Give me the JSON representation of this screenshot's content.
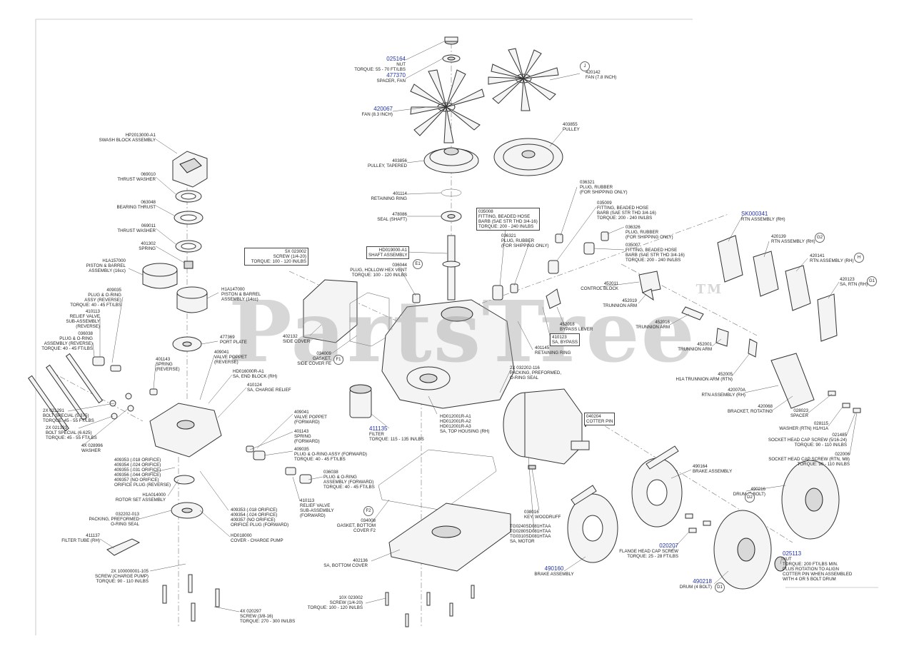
{
  "watermark": "PartsTree",
  "watermark_tm": "TM",
  "labels": [
    {
      "id": "025164",
      "link": true,
      "lines": [
        "NUT",
        "TORQUE: 55 - 70 FT/LBS"
      ]
    },
    {
      "id": "477370",
      "link": true,
      "lines": [
        "SPACER, FAN"
      ]
    },
    {
      "id": "420067",
      "link": true,
      "lines": [
        "FAN (8.3 INCH)"
      ]
    },
    {
      "id": "420142",
      "link": false,
      "lines": [
        "FAN (7.8 INCH)"
      ]
    },
    {
      "id": "403855",
      "link": false,
      "lines": [
        "PULLEY"
      ]
    },
    {
      "id": "403856",
      "link": false,
      "lines": [
        "PULLEY, TAPERED"
      ]
    },
    {
      "id": "401114",
      "link": false,
      "lines": [
        "RETAINING RING"
      ]
    },
    {
      "id": "478086",
      "link": false,
      "lines": [
        "SEAL (SHAFT)"
      ]
    },
    {
      "id": "HD019000-A1",
      "link": false,
      "lines": [
        "SHAFT ASSEMBLY"
      ]
    },
    {
      "id": "036044",
      "link": false,
      "lines": [
        "PLUG, HOLLOW HEX VENT",
        "TORQUE: 100 - 120 IN/LBS"
      ]
    },
    {
      "id": "HP2013000-A1",
      "link": false,
      "lines": [
        "SWASH BLOCK ASSEMBLY"
      ]
    },
    {
      "id": "069010",
      "link": false,
      "lines": [
        "THRUST WASHER"
      ]
    },
    {
      "id": "063048",
      "link": false,
      "lines": [
        "BEARING THRUST"
      ]
    },
    {
      "id": "069011",
      "link": false,
      "lines": [
        "THRUST WASHER"
      ]
    },
    {
      "id": "401302",
      "link": false,
      "lines": [
        "SPRING"
      ]
    },
    {
      "id": "H1A157000",
      "link": false,
      "lines": [
        "PISTON & BARREL",
        "ASSEMBLY (16cc)"
      ]
    },
    {
      "id": "H1A147000",
      "link": false,
      "lines": [
        "PISTON & BARREL",
        "ASSEMBLY (14cc)"
      ]
    },
    {
      "id": "5X 023002",
      "link": false,
      "lines": [
        "SCREW (1/4-20)",
        "TORQUE: 100 - 120 IN/LBS"
      ]
    },
    {
      "id": "409035",
      "link": false,
      "lines": [
        "PLUG & O-RING",
        "ASSY (REVERSE)",
        "TORQUE: 40 - 45 FT/LBS"
      ]
    },
    {
      "id": "410113",
      "link": false,
      "lines": [
        "RELIEF VALVE",
        "SUB-ASSEMBLY",
        "(REVERSE)"
      ]
    },
    {
      "id": "036038",
      "link": false,
      "lines": [
        "PLUG & O-RING",
        "ASSEMBLY (REVERSE)",
        "TORQUE: 40 - 45 FT/LBS"
      ]
    },
    {
      "id": "477369",
      "link": false,
      "lines": [
        "PORT PLATE"
      ]
    },
    {
      "id": "401143",
      "link": false,
      "lines": [
        "SPRING",
        "(REVERSE)"
      ]
    },
    {
      "id": "409041",
      "link": false,
      "lines": [
        "VALVE POPPET",
        "(REVERSE)"
      ]
    },
    {
      "id": "HD016000R-A1",
      "link": false,
      "lines": [
        "SA, END BLOCK (RH)"
      ]
    },
    {
      "id": "410124",
      "link": false,
      "lines": [
        "SA, CHARGE RELIEF"
      ]
    },
    {
      "id": "2X 021291",
      "link": false,
      "lines": [
        "BOLT SPECIAL (5.375)",
        "TORQUE: 45 - 55 FT/LBS"
      ]
    },
    {
      "id": "2X 021393",
      "link": false,
      "lines": [
        "BOLT SPECIAL (6.625)",
        "TORQUE: 45 - 55 FT/LBS"
      ]
    },
    {
      "id": "4X 028996",
      "link": false,
      "lines": [
        "WASHER"
      ]
    },
    {
      "id": "409353 (.018 ORIFICE)",
      "link": false,
      "lines": [
        "409354 (.024 ORIFICE)",
        "409355 (.031 ORIFICE)",
        "409356 (.044 ORIFICE)",
        "409357 (NO ORIFICE)",
        "ORIFICE PLUG (REVERSE)"
      ]
    },
    {
      "id": "H1A014000",
      "link": false,
      "lines": [
        "ROTOR SET ASSEMBLY"
      ]
    },
    {
      "id": "032202-013",
      "link": false,
      "lines": [
        "PACKING, PREFORMED",
        "O-RING SEAL"
      ]
    },
    {
      "id": "411137",
      "link": false,
      "lines": [
        "FILTER TUBE (RH)"
      ]
    },
    {
      "id": "2X 100000001-105",
      "link": false,
      "lines": [
        "SCREW (CHARGE PUMP)",
        "TORQUE: 90 - 110 IN/LBS"
      ]
    },
    {
      "id": "4X 020297",
      "link": false,
      "lines": [
        "SCREW (3/8-16)",
        "TORQUE: 270 - 300 IN/LBS"
      ]
    },
    {
      "id": "402132",
      "link": false,
      "lines": [
        "SIDE COVER"
      ]
    },
    {
      "id": "034009",
      "link": false,
      "lines": [
        "GASKET,",
        "SIDE COVER FE"
      ]
    },
    {
      "id": "409041",
      "link": false,
      "lines": [
        "VALVE POPPET",
        "(FORWARD)"
      ]
    },
    {
      "id": "401143",
      "link": false,
      "lines": [
        "SPRING",
        "(FORWARD)"
      ]
    },
    {
      "id": "409035",
      "link": false,
      "lines": [
        "PLUG & O-RING ASSY (FORWARD)",
        "TORQUE: 40 - 45 FT/LBS"
      ]
    },
    {
      "id": "036038",
      "link": false,
      "lines": [
        "PLUG & O-RING",
        "ASSEMBLY (FORWARD)",
        "TORQUE: 40 - 45 FT/LBS"
      ]
    },
    {
      "id": "410113",
      "link": false,
      "lines": [
        "RELIEF VALVE",
        "SUB-ASSEMBLY",
        "(FORWARD)"
      ]
    },
    {
      "id": "409353 (.018 ORIFICE)",
      "link": false,
      "lines": [
        "409354 (.024 ORIFICE)",
        "409357 (NO ORIFICE)",
        "ORIFICE PLUG (FORWARD)"
      ]
    },
    {
      "id": "HD018000",
      "link": false,
      "lines": [
        "COVER - CHARGE PUMP"
      ]
    },
    {
      "id": "411135",
      "link": true,
      "lines": [
        "FILTER",
        "TORQUE: 115 - 135 IN/LBS"
      ]
    },
    {
      "id": "HD012001R-A1",
      "link": false,
      "lines": [
        "HD012001R-A2",
        "HD012001R-A3",
        "SA, TOP HOUSING (RH)"
      ]
    },
    {
      "id": "034008",
      "link": false,
      "lines": [
        "GASKET, BOTTOM",
        "COVER F2"
      ]
    },
    {
      "id": "402136",
      "link": false,
      "lines": [
        "SA, BOTTOM COVER"
      ]
    },
    {
      "id": "10X 023002",
      "link": false,
      "lines": [
        "SCREW (1/4-20)",
        "TORQUE: 100 - 120 IN/LBS"
      ]
    },
    {
      "id": "035008",
      "link": false,
      "lines": [
        "FITTING, BEADED HOSE",
        "BARB (SAE STR THD 3/4-16)",
        "TORQUE: 200 - 240 IN/LBS"
      ]
    },
    {
      "id": "036321",
      "link": false,
      "lines": [
        "PLUG, RUBBER",
        "(FOR SHIPPING ONLY)"
      ]
    },
    {
      "id": "036321",
      "link": false,
      "lines": [
        "PLUG, RUBBER",
        "(FOR SHIPPING ONLY)"
      ]
    },
    {
      "id": "035009",
      "link": false,
      "lines": [
        "FITTING, BEADED HOSE",
        "BARB (SAE STR THD 3/4-16)",
        "TORQUE: 200 - 240 IN/LBS"
      ]
    },
    {
      "id": "036326",
      "link": false,
      "lines": [
        "PLUG, RUBBER",
        "(FOR SHIPPING ONLY)"
      ]
    },
    {
      "id": "035007",
      "link": false,
      "lines": [
        "FITTING, BEADED HOSE",
        "BARB (SAE STR THD 3/4-16)",
        "TORQUE: 200 - 240 IN/LBS"
      ]
    },
    {
      "id": "452011",
      "link": false,
      "lines": [
        "CONTROL BLOCK"
      ]
    },
    {
      "id": "452019",
      "link": false,
      "lines": [
        "TRUNNION ARM"
      ]
    },
    {
      "id": "452018",
      "link": false,
      "lines": [
        "BYPASS LEVER"
      ]
    },
    {
      "id": "410123",
      "link": false,
      "lines": [
        "SA, BYPASS"
      ]
    },
    {
      "id": "401145",
      "link": false,
      "lines": [
        "RETAINING RING"
      ]
    },
    {
      "id": "2X 032202-116",
      "link": false,
      "lines": [
        "PACKING, PREFORMED,",
        "O-RING SEAL"
      ]
    },
    {
      "id": "452016",
      "link": false,
      "lines": [
        "TRUNNION ARM"
      ]
    },
    {
      "id": "452001",
      "link": false,
      "lines": [
        "TRUNNION ARM"
      ]
    },
    {
      "id": "SK000341",
      "link": true,
      "lines": [
        "RTN ASSEMBLY (RH)"
      ]
    },
    {
      "id": "420139",
      "link": false,
      "lines": [
        "RTN ASSEMBLY (RH)"
      ]
    },
    {
      "id": "420141",
      "link": false,
      "lines": [
        "RTN ASSEMBLY (RH)"
      ]
    },
    {
      "id": "420123",
      "link": false,
      "lines": [
        "SA, RTN (RH)"
      ]
    },
    {
      "id": "452005",
      "link": false,
      "lines": [
        "H1A TRUNNION ARM (RTN)"
      ]
    },
    {
      "id": "420070A",
      "link": false,
      "lines": [
        "RTN ASSEMBLY (RH)"
      ]
    },
    {
      "id": "420068",
      "link": false,
      "lines": [
        "BRACKET, ROTATING"
      ]
    },
    {
      "id": "028023",
      "link": false,
      "lines": [
        "SPACER"
      ]
    },
    {
      "id": "028115",
      "link": false,
      "lines": [
        "WASHER (RTN) H1/H1A"
      ]
    },
    {
      "id": "021485",
      "link": false,
      "lines": [
        "SOCKET HEAD CAP SCREW (5/16-24)",
        "TORQUE: 90 - 110 IN/LBS"
      ]
    },
    {
      "id": "022006",
      "link": false,
      "lines": [
        "SOCKET HEAD CAP SCREW (RTN, M8)",
        "TORQUE: 90 - 110 IN/LBS"
      ]
    },
    {
      "id": "040204",
      "link": false,
      "lines": [
        "COTTER PIN"
      ]
    },
    {
      "id": "490164",
      "link": false,
      "lines": [
        "BRAKE ASSEMBLY"
      ]
    },
    {
      "id": "490216",
      "link": false,
      "lines": [
        "DRUM (5 BOLT)"
      ]
    },
    {
      "id": "038016",
      "link": false,
      "lines": [
        "KEY, WOODRUFF"
      ]
    },
    {
      "id": "TG0240SD081HTAA",
      "link": false,
      "lines": [
        "TG0280SD081HTAA",
        "TG0310SD081HTAA",
        "SA, MOTOR"
      ]
    },
    {
      "id": "020207",
      "link": true,
      "lines": [
        "FLANGE HEAD CAP SCREW",
        "TORQUE: 25 - 28 FT/LBS"
      ]
    },
    {
      "id": "490160",
      "link": true,
      "lines": [
        "BRAKE ASSEMBLY"
      ]
    },
    {
      "id": "490218",
      "link": true,
      "lines": [
        "DRUM (4 BOLT)"
      ]
    },
    {
      "id": "025113",
      "link": true,
      "lines": [
        "NUT",
        "TORQUE: 200 FT/LBS MIN.",
        "PLUS ROTATION TO ALIGN",
        "COTTER PIN WHEN ASSEMBLED",
        "WITH 4 OR 5 BOLT DRUM"
      ]
    }
  ],
  "callouts": [
    "J",
    "G2",
    "H",
    "G1",
    "E1",
    "F1",
    "F2",
    "D2",
    "D1"
  ]
}
